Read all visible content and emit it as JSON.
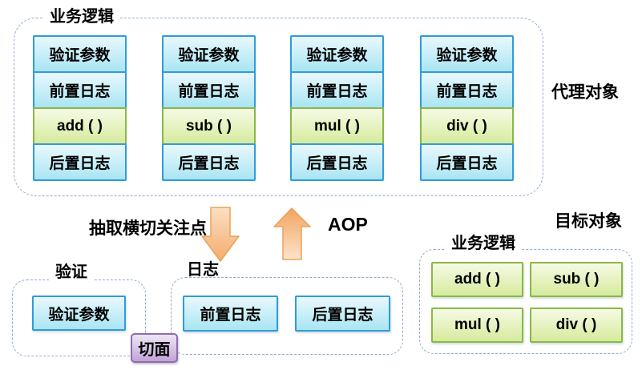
{
  "proxy": {
    "frame_label": "业务逻辑",
    "side_label": "代理对象",
    "columns": [
      {
        "rows": [
          "验证参数",
          "前置日志",
          "add ( )",
          "后置日志"
        ]
      },
      {
        "rows": [
          "验证参数",
          "前置日志",
          "sub ( )",
          "后置日志"
        ]
      },
      {
        "rows": [
          "验证参数",
          "前置日志",
          "mul ( )",
          "后置日志"
        ]
      },
      {
        "rows": [
          "验证参数",
          "前置日志",
          "div ( )",
          "后置日志"
        ]
      }
    ]
  },
  "transform": {
    "extract_label": "抽取横切关注点",
    "aop_label": "AOP",
    "down_arrow_icon": "down-arrow",
    "up_arrow_icon": "up-arrow"
  },
  "aspect": {
    "validation_frame_label": "验证",
    "validation_item": "验证参数",
    "logging_frame_label": "日志",
    "logging_items": [
      "前置日志",
      "后置日志"
    ],
    "aspect_badge_label": "切面"
  },
  "target": {
    "side_label": "目标对象",
    "frame_label": "业务逻辑",
    "methods": [
      "add ( )",
      "sub ( )",
      "mul ( )",
      "div ( )"
    ]
  },
  "colors": {
    "box_blue_border": "#2f9cd9",
    "box_blue_fill_top": "#e9f8fd",
    "box_blue_fill_bottom": "#a9e5f3",
    "box_green_border": "#8ab845",
    "box_green_fill_top": "#f6fae6",
    "box_green_fill_bottom": "#d6eb9d",
    "badge_purple_border": "#8e6bb0",
    "badge_purple_fill": "#c2a3d8",
    "arrow_fill": "#f5ad6e",
    "arrow_border": "#e9a25c",
    "dashed_frame": "#93abcd",
    "text": "#000000",
    "background": "#ffffff"
  }
}
